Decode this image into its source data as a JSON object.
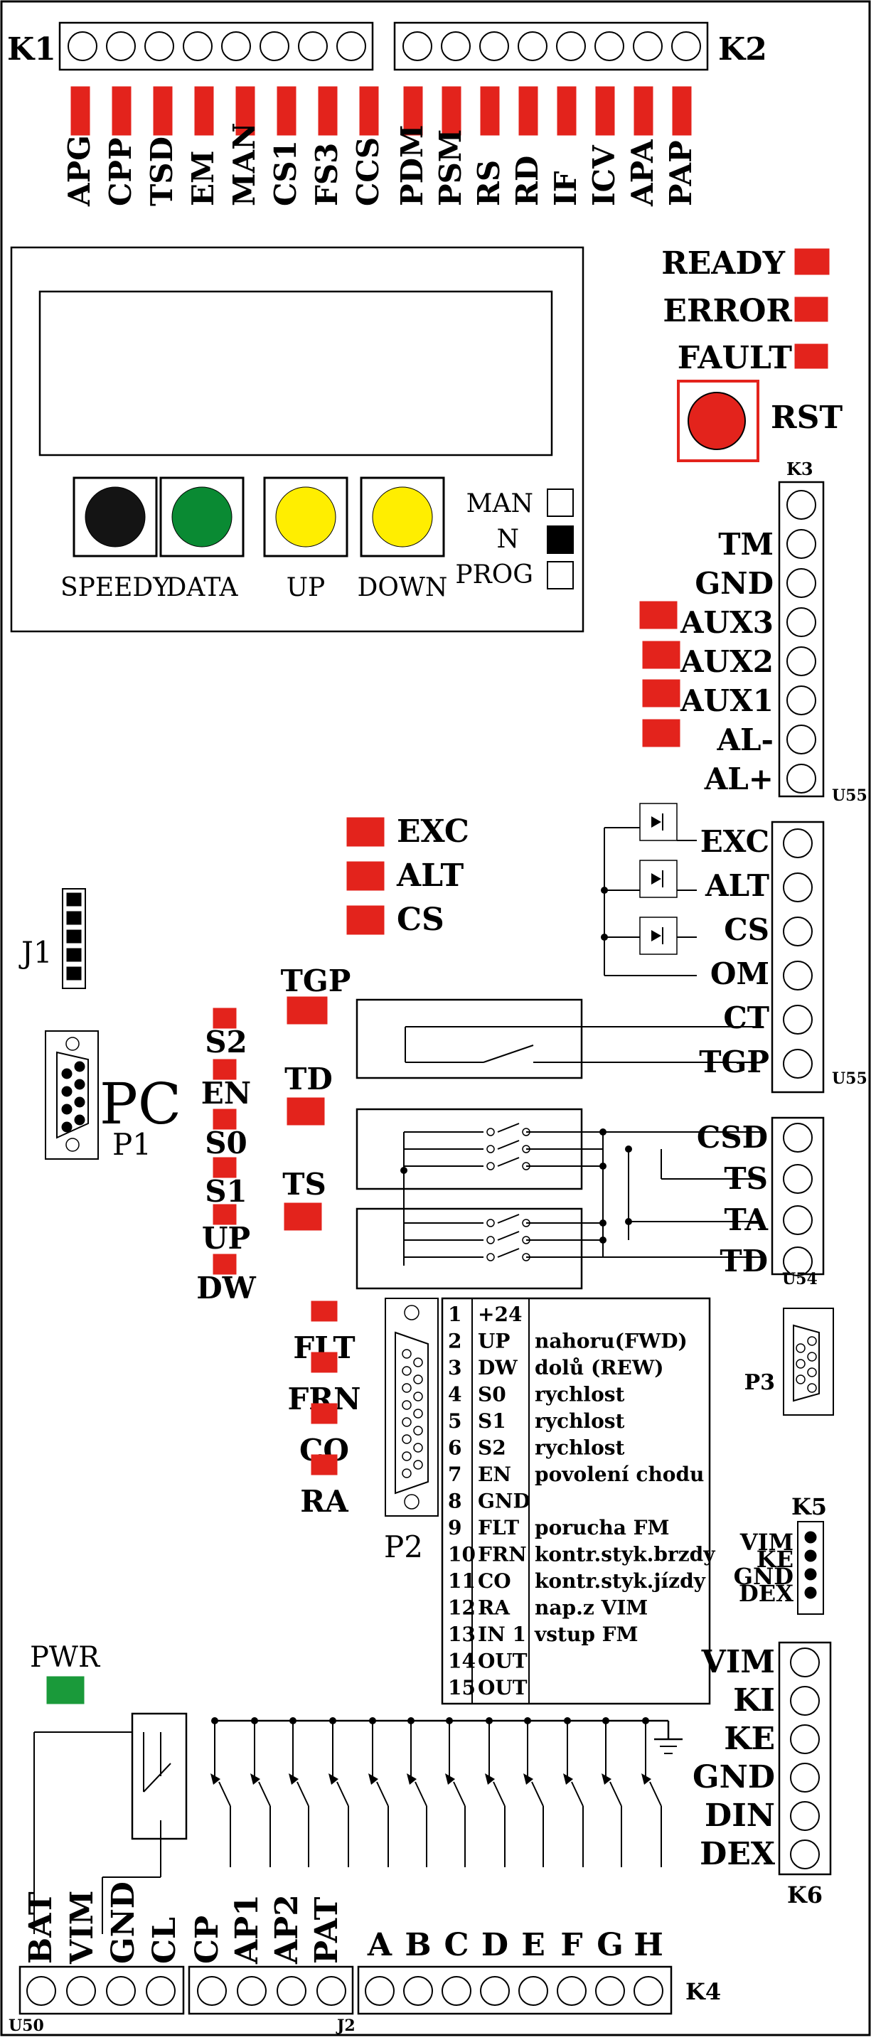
{
  "k1": {
    "label": "K1",
    "signals": [
      "APG",
      "CPP",
      "TSD",
      "EM",
      "MAN",
      "CS1",
      "FS3",
      "CCS"
    ]
  },
  "k2": {
    "label": "K2",
    "signals": [
      "PDM",
      "PSM",
      "RS",
      "RD",
      "IF",
      "ICV",
      "APA",
      "PAP"
    ]
  },
  "status": {
    "ready": "READY",
    "error": "ERROR",
    "fault": "FAULT",
    "rst": "RST"
  },
  "panel": {
    "buttons": [
      "SPEEDY",
      "DATA",
      "UP",
      "DOWN"
    ],
    "button_colors": [
      "#141414",
      "#0a8a33",
      "#ffee00",
      "#ffee00"
    ],
    "switch_labels": [
      "MAN",
      "N",
      "PROG"
    ]
  },
  "k3": {
    "label": "K3",
    "unit": "U55",
    "pins": [
      "TM",
      "GND",
      "AUX3",
      "AUX2",
      "AUX1",
      "AL-",
      "AL+"
    ]
  },
  "u55b": {
    "unit": "U55",
    "pins": [
      "EXC",
      "ALT",
      "CS",
      "OM",
      "CT",
      "TGP"
    ]
  },
  "mid_leds": [
    "EXC",
    "ALT",
    "CS"
  ],
  "j1": "J1",
  "pc": {
    "label": "PC",
    "conn": "P1"
  },
  "left_leds": [
    "S2",
    "EN",
    "S0",
    "S1",
    "UP",
    "DW"
  ],
  "t_leds": [
    "TGP",
    "TD",
    "TS"
  ],
  "u54": {
    "unit": "U54",
    "pins": [
      "CSD",
      "TS",
      "TA",
      "TD"
    ]
  },
  "p2": {
    "label": "P2"
  },
  "p3": {
    "label": "P3"
  },
  "bottom_leds": [
    "FLT",
    "FRN",
    "CO",
    "RA"
  ],
  "pin_table": [
    [
      "1",
      "+24",
      ""
    ],
    [
      "2",
      "UP",
      "nahoru(FWD)"
    ],
    [
      "3",
      "DW",
      "dolů (REW)"
    ],
    [
      "4",
      "S0",
      "rychlost"
    ],
    [
      "5",
      "S1",
      "rychlost"
    ],
    [
      "6",
      "S2",
      "rychlost"
    ],
    [
      "7",
      "EN",
      "povolení chodu"
    ],
    [
      "8",
      "GND",
      ""
    ],
    [
      "9",
      "FLT",
      "porucha FM"
    ],
    [
      "10",
      "FRN",
      "kontr.styk.brzdy"
    ],
    [
      "11",
      "CO",
      "kontr.styk.jízdy"
    ],
    [
      "12",
      "RA",
      "nap.z VIM"
    ],
    [
      "13",
      "IN 1",
      "vstup FM"
    ],
    [
      "14",
      "OUT",
      ""
    ],
    [
      "15",
      "OUT",
      ""
    ]
  ],
  "k5": {
    "label": "K5",
    "pins": [
      "VIM",
      "KE",
      "GND",
      "DEX"
    ]
  },
  "k6": {
    "label": "K6",
    "pins": [
      "VIM",
      "KI",
      "KE",
      "GND",
      "DIN",
      "DEX"
    ]
  },
  "pwr": {
    "label": "PWR",
    "color": "#1a9a3a"
  },
  "u50": {
    "label": "U50",
    "pins": [
      "BAT",
      "VIM",
      "GND",
      "CL"
    ]
  },
  "j2": {
    "label": "J2",
    "pins": [
      "CP",
      "AP1",
      "AP2",
      "PAT"
    ]
  },
  "k4": {
    "label": "K4",
    "pins": [
      "A",
      "B",
      "C",
      "D",
      "E",
      "F",
      "G",
      "H"
    ]
  },
  "colors": {
    "led": "#e3231c",
    "rst_button": "#e3231c"
  }
}
